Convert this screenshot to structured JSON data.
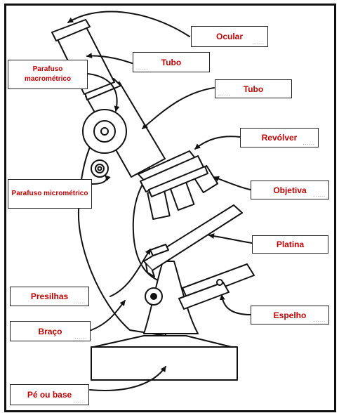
{
  "labels": {
    "ocular": "Ocular",
    "tubo_top": "Tubo",
    "parafuso_macro": "Parafuso macrométrico",
    "tubo_mid": "Tubo",
    "revolver": "Revólver",
    "parafuso_micro": "Parafuso micrométrico",
    "objetiva": "Objetiva",
    "platina": "Platina",
    "presilhas": "Presilhas",
    "espelho": "Espelho",
    "braco": "Braço",
    "pe_ou_base": "Pé ou base"
  },
  "fill_dots": "......",
  "colors": {
    "label_text": "#c00000",
    "line": "#111111",
    "frame": "#111111",
    "background": "#ffffff"
  }
}
